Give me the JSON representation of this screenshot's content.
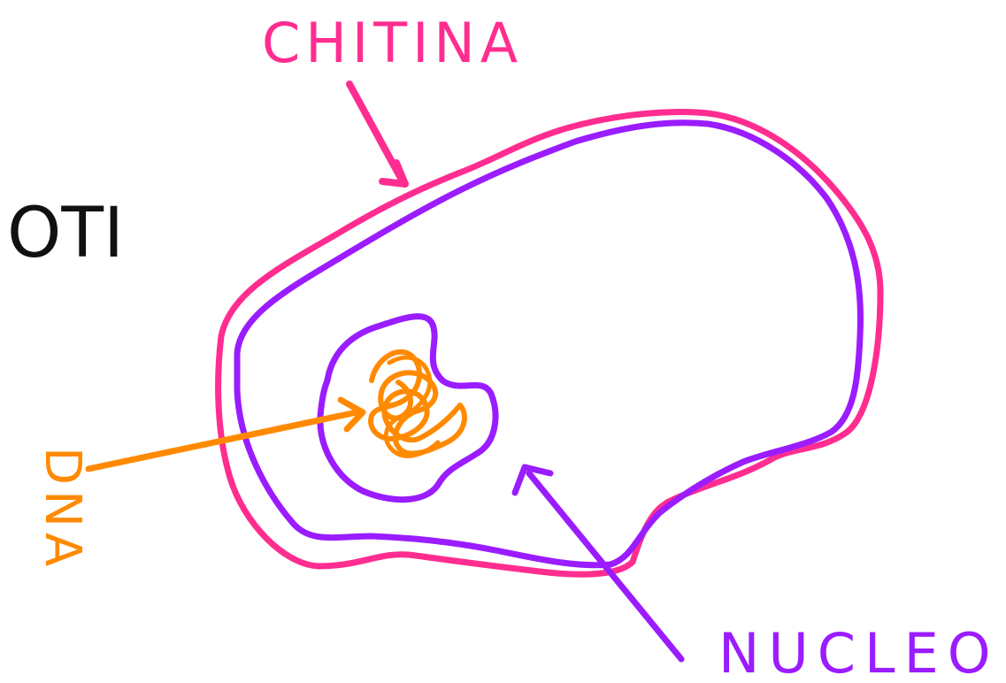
{
  "labels": {
    "top_left": "OTI",
    "wall": "CHITINA",
    "nucleus": "NUCLEO",
    "dna": "DNA"
  },
  "colors": {
    "background": "#ffffff",
    "black": "#111111",
    "pink": "#ff2d8f",
    "purple": "#9a1cff",
    "orange": "#ff8a00"
  }
}
